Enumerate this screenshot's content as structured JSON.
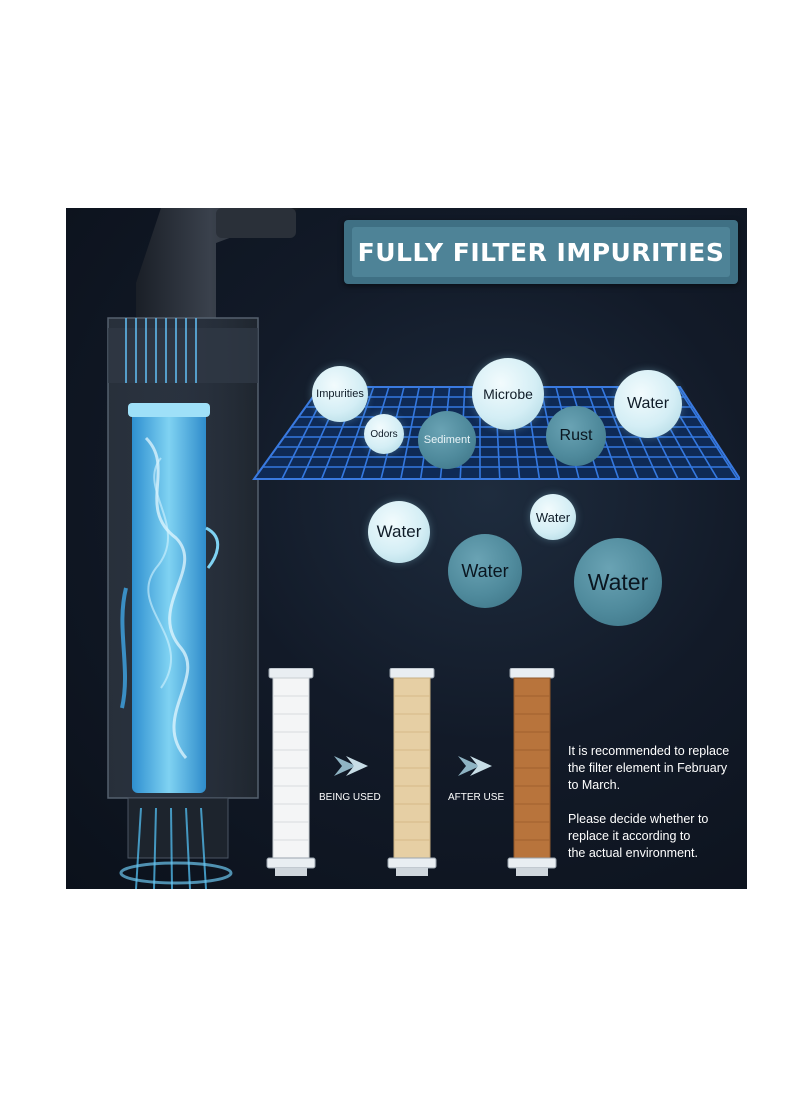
{
  "title": "FULLY FILTER IMPURITIES",
  "bubbles": {
    "impurities": "Impurities",
    "odors": "Odors",
    "sediment": "Sediment",
    "microbe": "Microbe",
    "rust": "Rust",
    "water_top": "Water",
    "water_1": "Water",
    "water_2": "Water",
    "water_3": "Water",
    "water_4": "Water"
  },
  "stages": {
    "being_used": "BEING USED",
    "after_use": "AFTER USE"
  },
  "note": {
    "line1": "It is recommended to replace",
    "line2": "the filter element in February",
    "line3": "to March.",
    "line4": "Please decide whether to",
    "line5": "replace it according to",
    "line6": "the actual environment."
  },
  "colors": {
    "background": "#121a28",
    "banner": "#4e8397",
    "mesh": "#2f6fd0",
    "water_blue": "#4fb6e6",
    "cartridge_new": "#f4f5f6",
    "cartridge_used": "#e6cfa4",
    "cartridge_after": "#b8743c"
  }
}
